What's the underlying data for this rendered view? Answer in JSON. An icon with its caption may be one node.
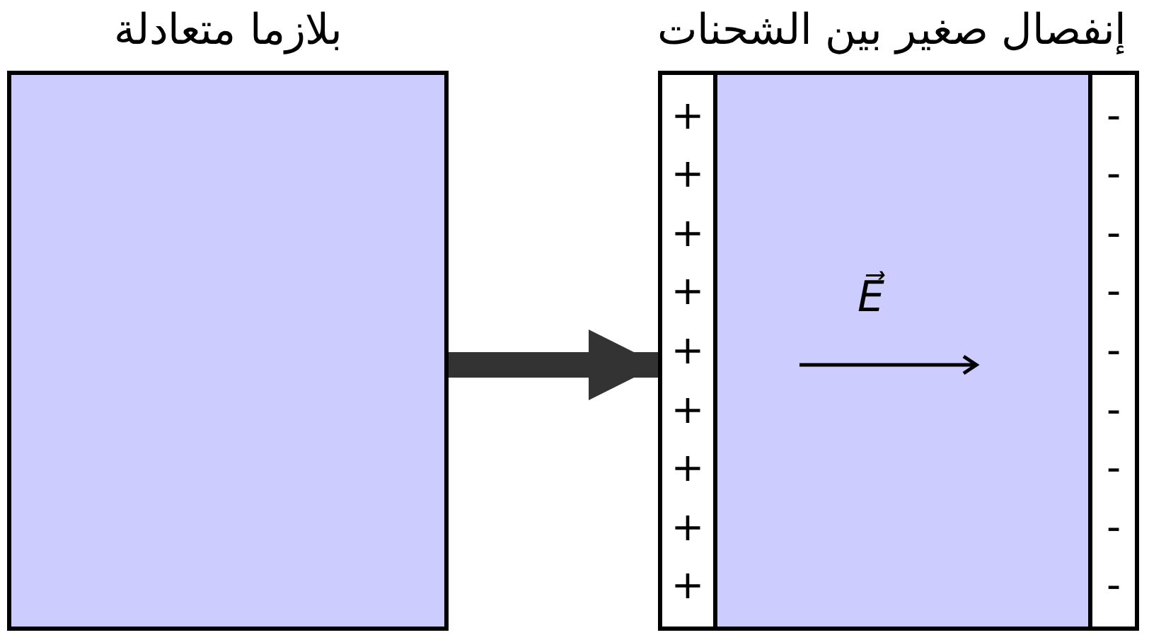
{
  "diagram": {
    "nodes": [
      {
        "text": [
          "بلازما متعادلة"
        ]
      },
      {
        "text": [
          "إنفصال صغير بين الشحنات"
        ]
      },
      {
        "text": [
          "+",
          "+",
          "+",
          "+",
          "+",
          "+",
          "+",
          "+",
          "+"
        ],
        "in": 1
      },
      {
        "text": [
          "-",
          "-",
          "-",
          "-",
          "-",
          "-",
          "-",
          "-",
          "-"
        ],
        "in": 1
      }
    ],
    "edges": [
      {
        "from": 0,
        "to": 1,
        "arrow": "to"
      }
    ],
    "labels": [
      "E⃗"
    ]
  }
}
